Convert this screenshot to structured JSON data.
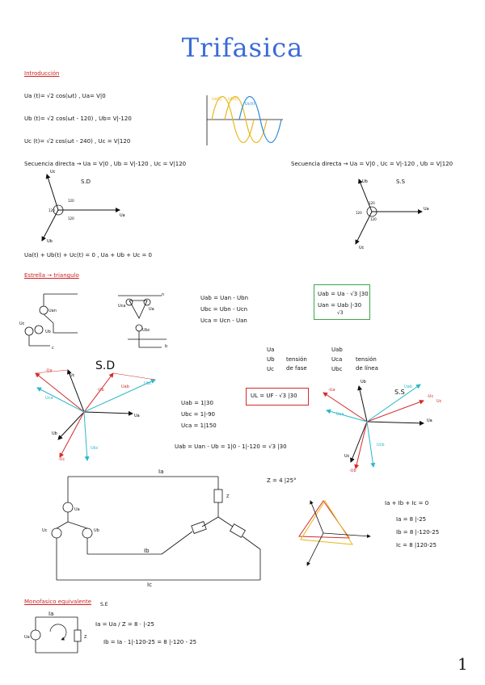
{
  "title": "Trifasica",
  "intro": {
    "heading": "Introducción",
    "eq_a": "Ua (t)= √2 cos(ωt) ,  Ua= V|0",
    "eq_b": "Ub (t)= √2 cos(ωt - 120) ,  Ub= V|-120",
    "eq_c": "Uc (t)= √2 cos(ωt - 240) ,  Uc = V|120",
    "wave_label_a": "Ua(t)",
    "wave_label_b": "Ub(t)",
    "wave_label_c": "Uc(t)",
    "colors": {
      "a": "#e8b818",
      "b": "#2a8ad6",
      "c": "#e8b818"
    }
  },
  "seq_direct": {
    "text": "Secuencia directa →  Ua = V|0 , Ub = V|-120 , Uc = V|120",
    "tag": "S.D",
    "label_uc": "Uc",
    "label_ua": "Ua",
    "label_ub": "Ub",
    "angle_top": "120",
    "angle_left": "120",
    "angle_bottom": "120",
    "sum": "Ua(t) + Ub(t) + Uc(t) = 0 ,  Ua + Ub + Uc = 0"
  },
  "seq_inverse": {
    "text": "Secuencia directa →  Ua = V|0 , Uc = V|-120 , Ub = V|120",
    "tag": "S.S",
    "label_ub": "Ub",
    "label_ua": "Ua",
    "label_uc": "Uc",
    "angle_top": "120",
    "angle_left": "120",
    "angle_bottom": "120"
  },
  "star_triangle": {
    "heading": "Estrella → triangulo",
    "star_label_ua": "Uan",
    "star_label_ub": "Ub",
    "star_label_uc": "Uc",
    "tri_label_ua": "Uca",
    "tri_label_ub": "Ubc",
    "tri_label_uc": "Ua",
    "node_n": "n",
    "node_b": "b",
    "node_c": "c",
    "eq_ab": "Uab = Uan - Ubn",
    "eq_bc": "Ubc = Ubn - Ucn",
    "eq_ca": "Uca = Ucn - Uan",
    "green_1": "Uab = Ua · √3 |30",
    "green_2": "Uan = Uab |-30",
    "green_2_den": "√3",
    "phase_labels": [
      "Ua",
      "Ub",
      "Uc"
    ],
    "phase_word": "tensión de fase",
    "line_labels": [
      "Uab",
      "Uca",
      "Ubc"
    ],
    "line_word": "tensión de línea"
  },
  "phasor_sd": {
    "tag": "S.D",
    "labels": [
      "-Ua",
      "Uc",
      "Uca",
      "-Ub",
      "Ubc",
      "Ua",
      "Uab",
      "Ub",
      "-Uc",
      "Ubc"
    ],
    "eq_1": "Uab = 1|30",
    "eq_2": "Ubc = 1|-90",
    "eq_3": "Uca = 1|150",
    "red_box": "UL = UF · √3 |30",
    "long_eq": "Uab = Uan - Ub = 1|0 - 1|-120 = √3 |30"
  },
  "phasor_ss": {
    "tag": "S.S",
    "labels": [
      "-Ua",
      "Ub",
      "Uca",
      "-Uc",
      "Uc",
      "Ua",
      "Ucb",
      "Uab",
      "-Ub",
      "Uc"
    ]
  },
  "circuit": {
    "current_a": "Ia",
    "current_b": "Ib",
    "current_c": "Ic",
    "source_a": "Ua",
    "source_b": "Ub",
    "source_c": "Uc",
    "z_label": "Z",
    "z_value": "Z = 4 |25°",
    "currents_sum": "Ia + Ib + Ic = 0",
    "ia_val": "Ia = 8 |-25",
    "ib_val": "Ib = 8 |-120-25",
    "ic_val": "Ic = 8 |120-25"
  },
  "monophase": {
    "heading": "Monofasico equivalente",
    "sub": "S.E",
    "current": "Ia",
    "source": "Ua",
    "z": "Z",
    "eq_1": "Ia = Ua / Z = 8 · |-25",
    "eq_2": "Ib = Ia · 1|-120-25 = 8 |-120 - 25"
  },
  "page_number": "1"
}
